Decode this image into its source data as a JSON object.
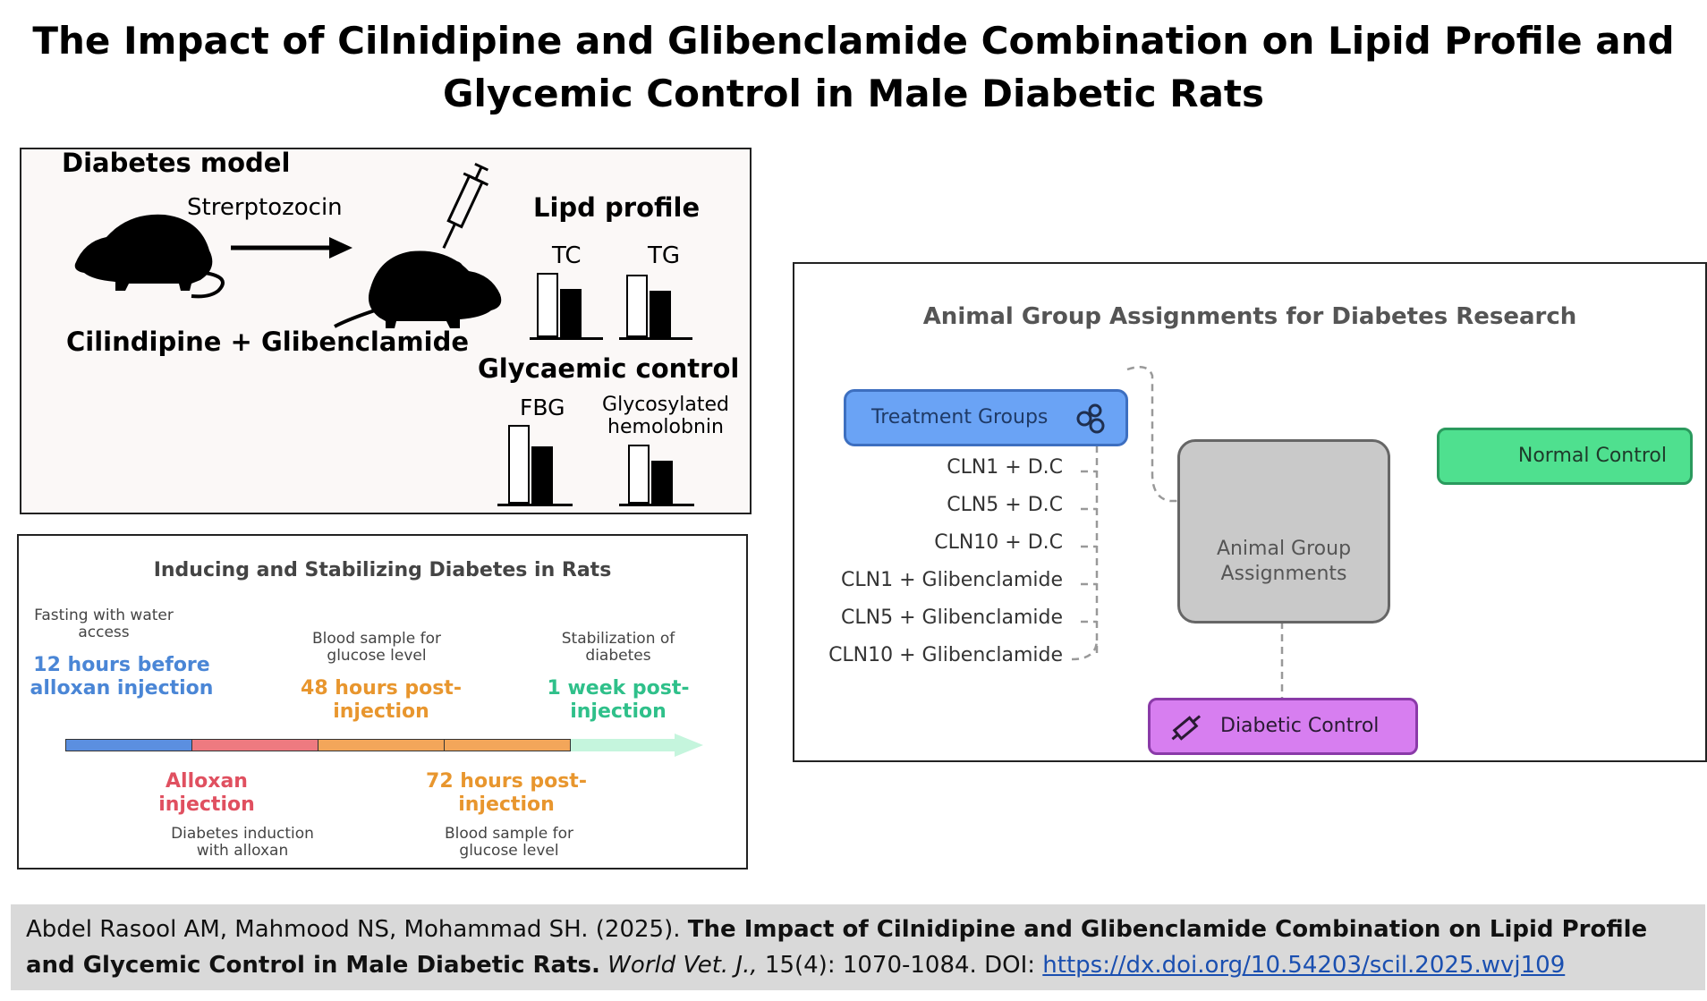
{
  "title": "The Impact of Cilnidipine and Glibenclamide Combination on Lipid Profile and Glycemic Control in Male Diabetic Rats",
  "panel_model": {
    "heading": "Diabetes model",
    "agent": "Strerptozocin",
    "treatment": "Cilindipine + Glibenclamide",
    "lipid_title": "Lipd profile",
    "lipid_labels": [
      "TC",
      "TG"
    ],
    "glycaemic_title": "Glycaemic control",
    "glycaemic_labels": [
      "FBG",
      "Glycosylated hemolobnin"
    ]
  },
  "panel_timeline": {
    "title": "Inducing and Stabilizing Diabetes in Rats",
    "top_events": [
      {
        "caption": "Fasting with water access",
        "label": "12 hours before alloxan injection",
        "color": "#4a86d6"
      },
      {
        "caption": "Blood sample for glucose level",
        "label": "48 hours post-injection",
        "color": "#e8962e"
      },
      {
        "caption": "Stabilization of diabetes",
        "label": "1 week post-injection",
        "color": "#2fc08a"
      }
    ],
    "bottom_events": [
      {
        "label": "Alloxan injection",
        "caption": "Diabetes induction with alloxan",
        "color": "#e05060"
      },
      {
        "label": "72 hours post-injection",
        "caption": "Blood sample for glucose level",
        "color": "#e8962e"
      }
    ],
    "segment_colors": [
      "#5b8fe0",
      "#ee7a80",
      "#f3a65a",
      "#f3a65a",
      "#c5f5dd"
    ]
  },
  "panel_groups": {
    "title": "Animal Group Assignments for Diabetes Research",
    "treatment_label": "Treatment Groups",
    "center_label": "Animal Group Assignments",
    "normal_label": "Normal Control",
    "diabetic_label": "Diabetic Control",
    "groups": [
      "CLN1 + D.C",
      "CLN5 + D.C",
      "CLN10 + D.C",
      "CLN1 + Glibenclamide",
      "CLN5 + Glibenclamide",
      "CLN10 + Glibenclamide"
    ],
    "colors": {
      "treatment": "#6aa3f5",
      "normal": "#4fe08f",
      "diabetic": "#d77ef0",
      "center": "#c9c9c9"
    }
  },
  "citation": {
    "authors": "Abdel Rasool AM, Mahmood NS, Mohammad SH. (2025).",
    "title": "The Impact of Cilnidipine and Glibenclamide Combination on Lipid Profile and Glycemic Control in Male Diabetic Rats.",
    "journal": "World Vet. J.,",
    "details": "15(4): 1070-1084. DOI:",
    "doi": "https://dx.doi.org/10.54203/scil.2025.wvj109"
  }
}
